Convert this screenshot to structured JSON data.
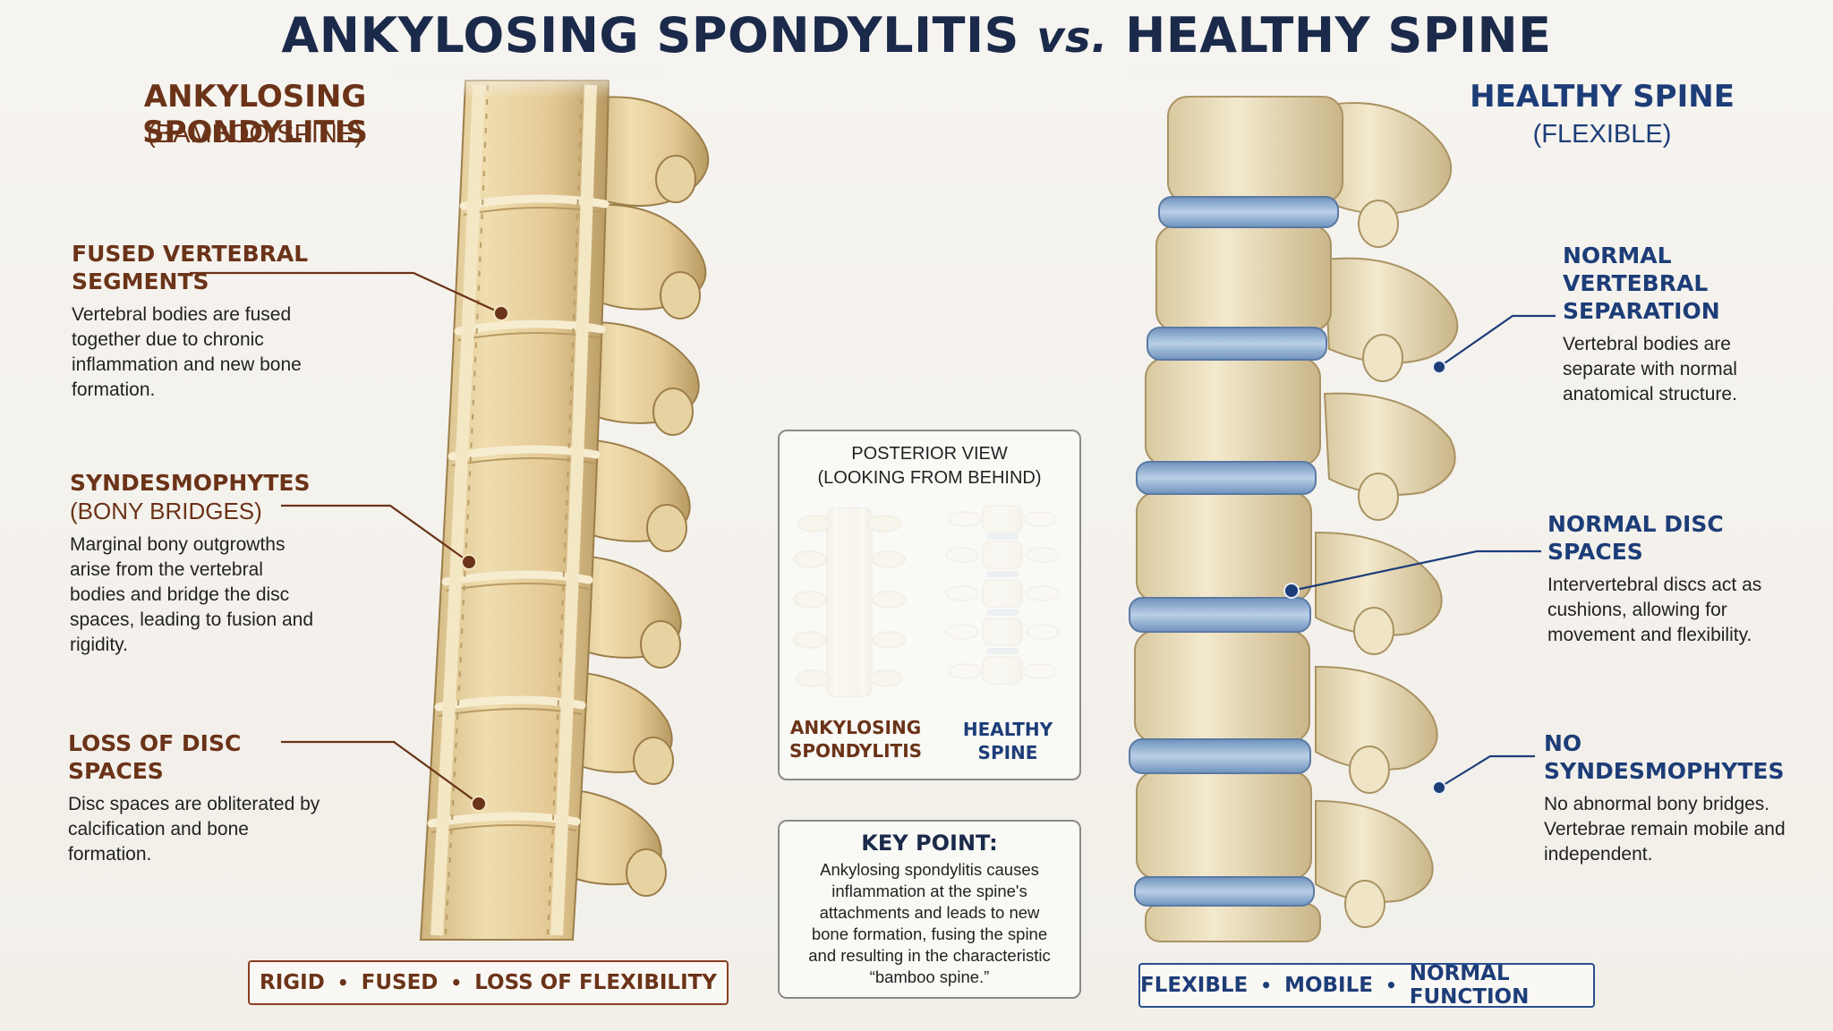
{
  "title": {
    "part1": "ANKYLOSING SPONDYLITIS",
    "vs": "vs.",
    "part2": "HEALTHY SPINE"
  },
  "left": {
    "title": "ANKYLOSING SPONDYLITIS",
    "subtitle": "(BAMBOO SPINE)",
    "labels": [
      {
        "heading": "FUSED VERTEBRAL SEGMENTS",
        "subheading": "",
        "text": "Vertebral bodies are fused together due to chronic inflammation and new bone formation."
      },
      {
        "heading": "SYNDESMOPHYTES",
        "subheading": "(BONY BRIDGES)",
        "text": "Marginal bony outgrowths arise from the vertebral bodies and bridge the disc spaces, leading to fusion and rigidity."
      },
      {
        "heading": "LOSS OF DISC SPACES",
        "subheading": "",
        "text": "Disc spaces are obliterated by calcification and bone formation."
      }
    ],
    "banner": [
      "RIGID",
      "FUSED",
      "LOSS OF FLEXIBILITY"
    ]
  },
  "right": {
    "title": "HEALTHY SPINE",
    "subtitle": "(FLEXIBLE)",
    "labels": [
      {
        "heading": "NORMAL VERTEBRAL SEPARATION",
        "text": "Vertebral bodies are separate with normal anatomical structure."
      },
      {
        "heading": "NORMAL DISC SPACES",
        "text": "Intervertebral discs act as cushions, allowing for movement and flexibility."
      },
      {
        "heading": "NO SYNDESMOPHYTES",
        "text": "No abnormal bony bridges. Vertebrae remain mobile and independent."
      }
    ],
    "banner": [
      "FLEXIBLE",
      "MOBILE",
      "NORMAL FUNCTION"
    ]
  },
  "posterior": {
    "title_line1": "POSTERIOR VIEW",
    "title_line2": "(LOOKING FROM BEHIND)",
    "as_label_1": "ANKYLOSING",
    "as_label_2": "SPONDYLITIS",
    "hs_label_1": "HEALTHY",
    "hs_label_2": "SPINE"
  },
  "key_point": {
    "title": "KEY POINT:",
    "lines": [
      "Ankylosing spondylitis causes",
      "inflammation at the spine's",
      "attachments and leads to new",
      "bone formation, fusing the spine",
      "and resulting in the characteristic",
      "“bamboo spine.”"
    ]
  },
  "colors": {
    "as_brown": "#6b3318",
    "hs_blue": "#1d3d78",
    "bone": "#e6d2a4",
    "disc": "#8fb0d3"
  }
}
